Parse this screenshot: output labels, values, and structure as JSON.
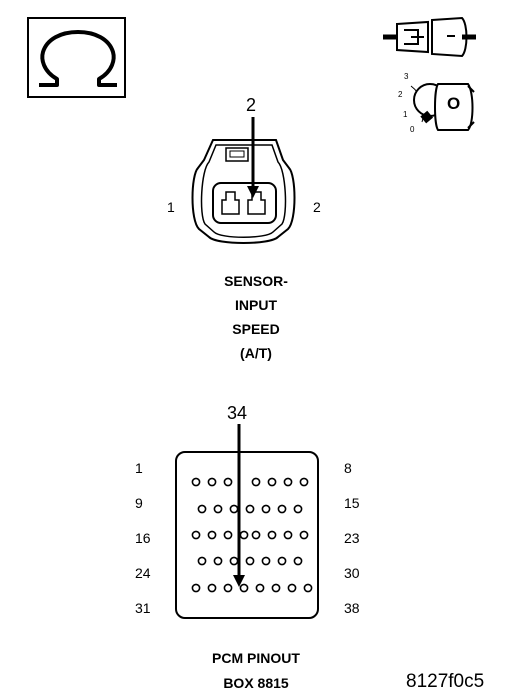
{
  "ohm_symbol": "Ω",
  "key_position_labels": [
    "3",
    "2",
    "1",
    "0"
  ],
  "key_glyph": "O",
  "sensor_connector": {
    "callout": "2",
    "pin_left": "1",
    "pin_right": "2",
    "caption_lines": [
      "SENSOR-",
      "INPUT",
      "SPEED",
      "(A/T)"
    ]
  },
  "pcm_connector": {
    "callout": "34",
    "left_labels": [
      "1",
      "9",
      "16",
      "24",
      "31"
    ],
    "right_labels": [
      "8",
      "15",
      "23",
      "30",
      "38"
    ],
    "caption_lines": [
      "PCM PINOUT",
      "BOX 8815"
    ]
  },
  "figure_id": "8127f0c5"
}
